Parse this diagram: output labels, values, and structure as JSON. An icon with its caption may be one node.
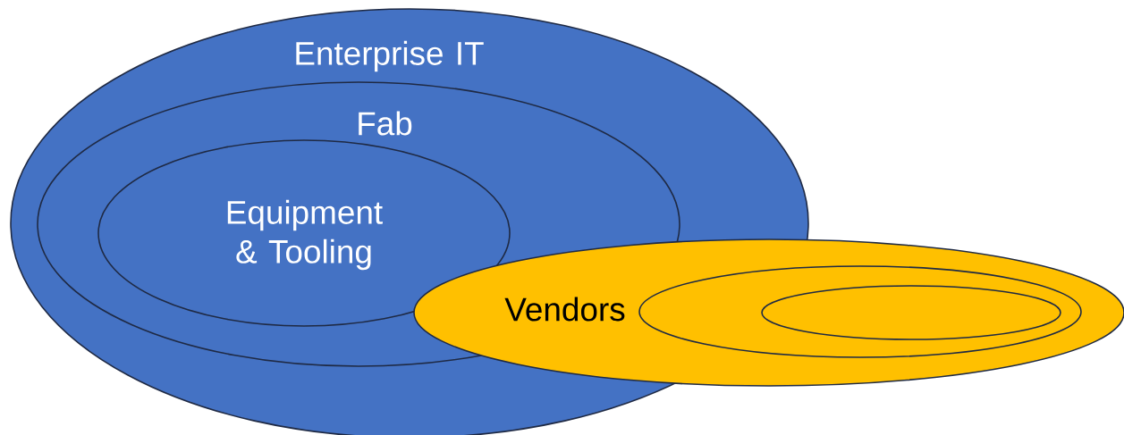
{
  "diagram": {
    "nodes": [
      {
        "text": [
          "Enterprise IT"
        ]
      },
      {
        "text": [
          "Fab"
        ],
        "in": 0
      },
      {
        "text": [
          "Equipment & Tooling"
        ],
        "in": 1
      },
      {
        "text": [
          "Vendors"
        ]
      },
      {
        "text": [],
        "shape": "ellipse",
        "in": 3
      },
      {
        "text": [],
        "shape": "ellipse",
        "in": 4
      }
    ]
  }
}
